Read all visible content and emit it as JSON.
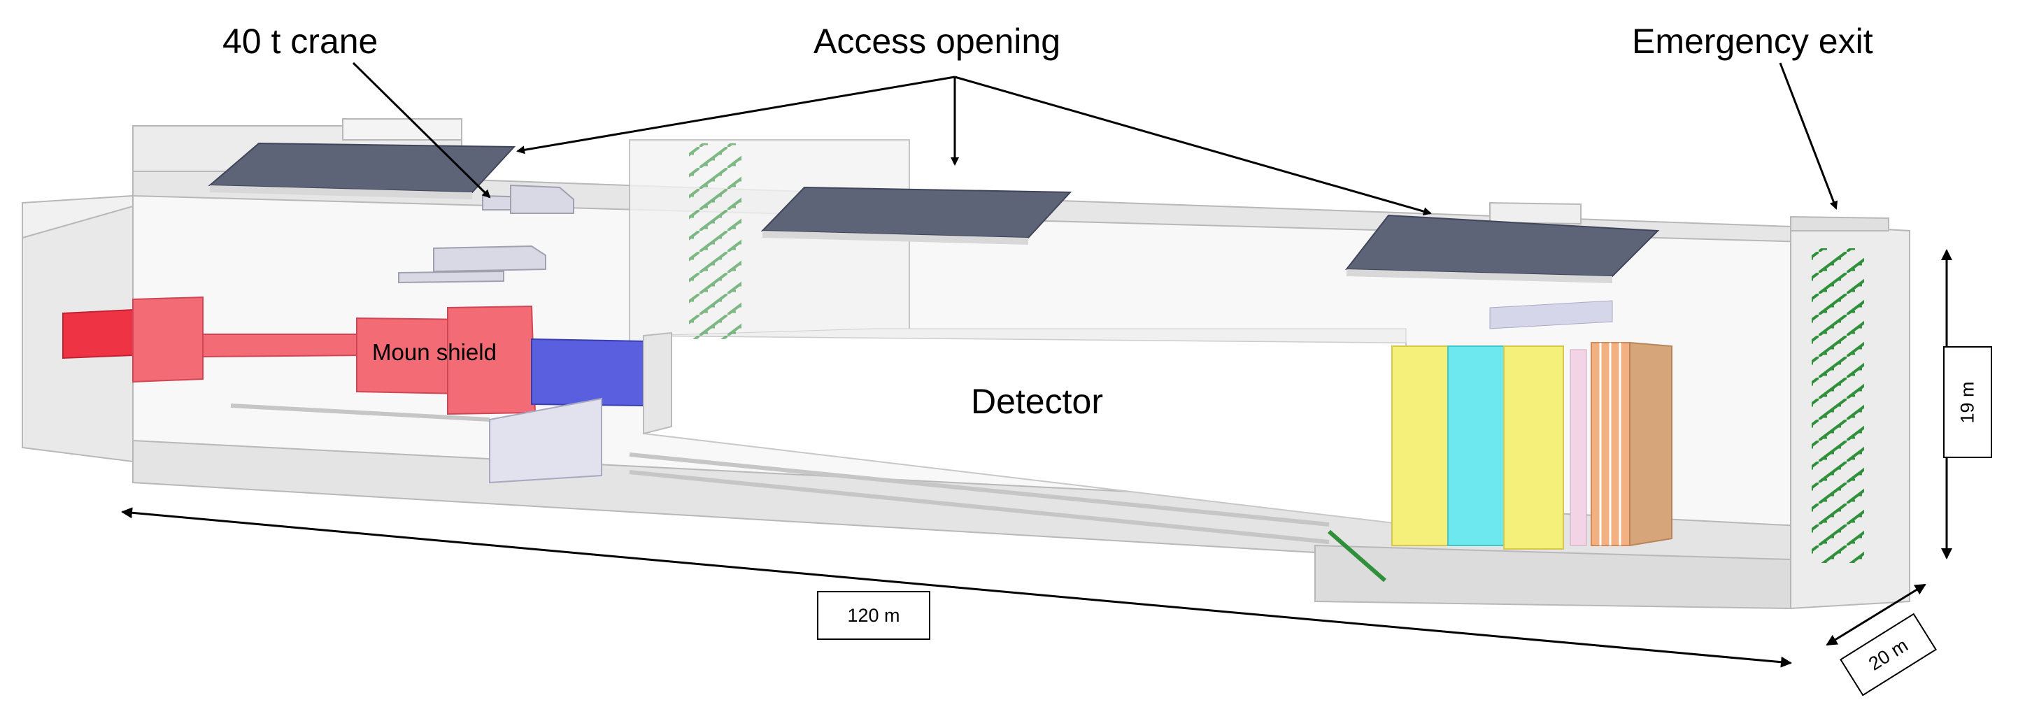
{
  "labels": {
    "crane": "40 t crane",
    "access": "Access opening",
    "emergency": "Emergency exit",
    "shield": "Moun shield",
    "detector": "Detector"
  },
  "dimensions": {
    "length": "120 m",
    "height": "19 m",
    "width": "20 m"
  },
  "colors": {
    "hadron_stopper": "#ee3344",
    "muon_shield": "#f26b75",
    "magnet": "#5a5fe0",
    "detector_yellow": "#f5f07a",
    "detector_cyan": "#6de8ee",
    "detector_orange": "#f3b080",
    "hatch": "#5e6478",
    "stairs": "#2f8f3a"
  }
}
